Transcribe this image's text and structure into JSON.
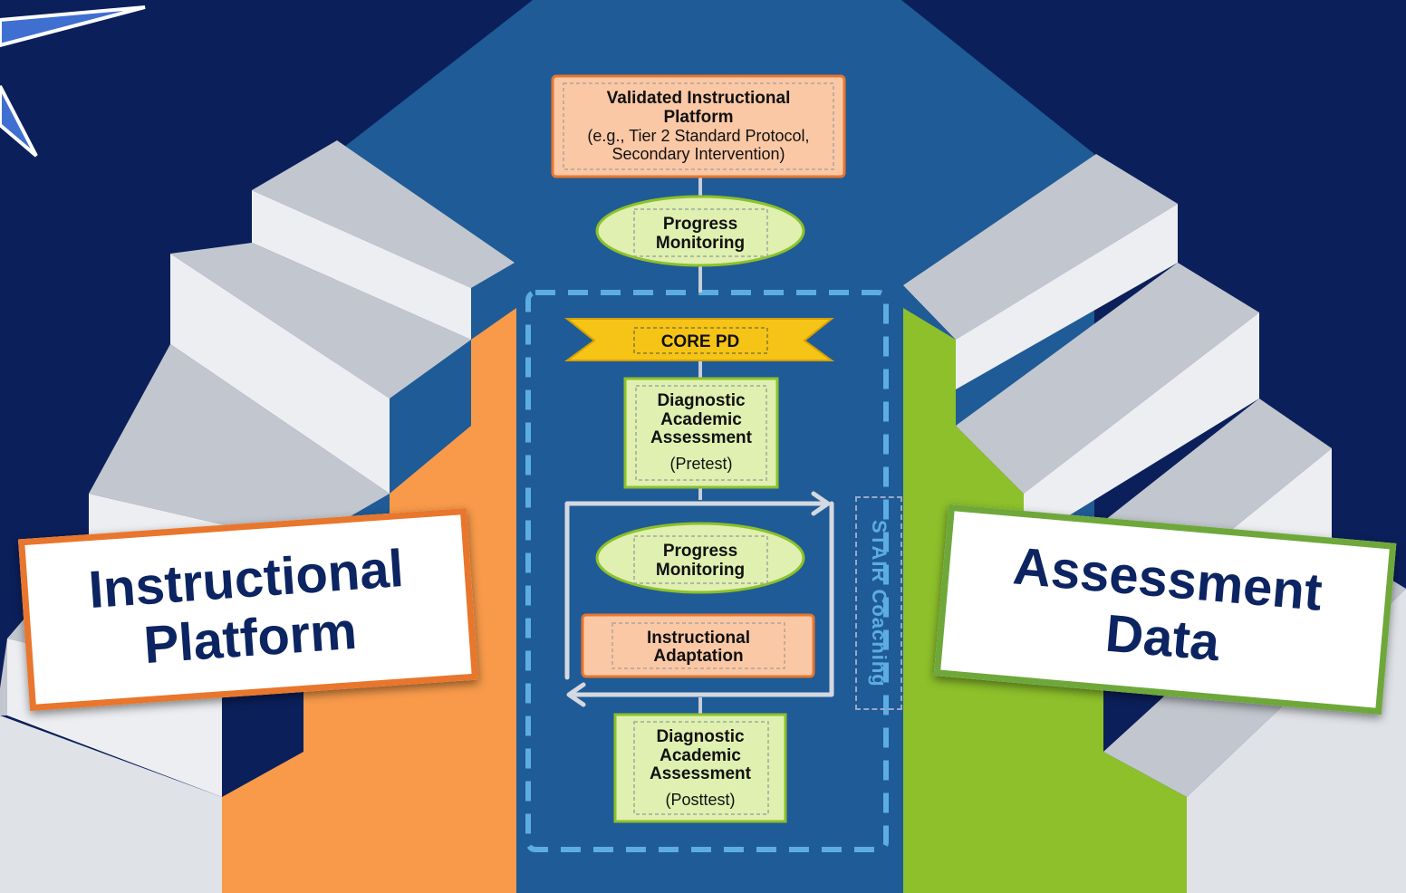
{
  "center_flow": {
    "validated_platform": {
      "title_line1": "Validated Instructional",
      "title_line2": "Platform",
      "sub_line1": "(e.g., Tier 2 Standard Protocol,",
      "sub_line2": "Secondary Intervention)"
    },
    "progress_monitoring_top": {
      "line1": "Progress",
      "line2": "Monitoring"
    },
    "core_pd": "CORE PD",
    "diagnostic_pretest": {
      "line1": "Diagnostic",
      "line2": "Academic",
      "line3": "Assessment",
      "note": "(Pretest)"
    },
    "progress_monitoring_loop": {
      "line1": "Progress",
      "line2": "Monitoring"
    },
    "instructional_adaptation": {
      "line1": "Instructional",
      "line2": "Adaptation"
    },
    "diagnostic_posttest": {
      "line1": "Diagnostic",
      "line2": "Academic",
      "line3": "Assessment",
      "note": "(Posttest)"
    },
    "coaching_label": "STAIR Coaching"
  },
  "signs": {
    "left": {
      "line1": "Instructional",
      "line2": "Platform"
    },
    "right": {
      "line1": "Assessment",
      "line2": "Data"
    }
  },
  "colors": {
    "background": "#0b1f5a",
    "center_column": "#1f5b96",
    "orange_wall": "#f89a4a",
    "green_wall": "#8dc02b",
    "peach_box": "#fbc8a6",
    "green_box": "#dff0b0",
    "banner": "#f6c417",
    "dashed_frame": "#5dade2"
  }
}
